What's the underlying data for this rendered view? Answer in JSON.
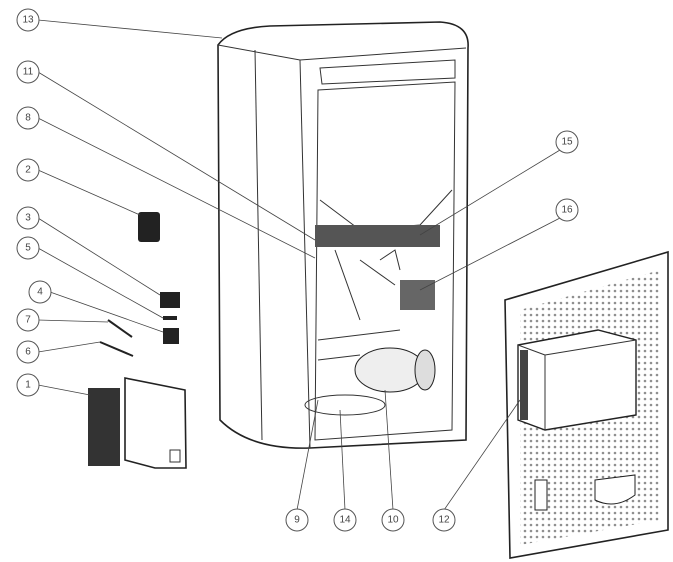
{
  "diagram": {
    "callouts": [
      "13",
      "11",
      "8",
      "2",
      "3",
      "5",
      "4",
      "7",
      "6",
      "1",
      "15",
      "16",
      "9",
      "14",
      "10",
      "12"
    ]
  }
}
